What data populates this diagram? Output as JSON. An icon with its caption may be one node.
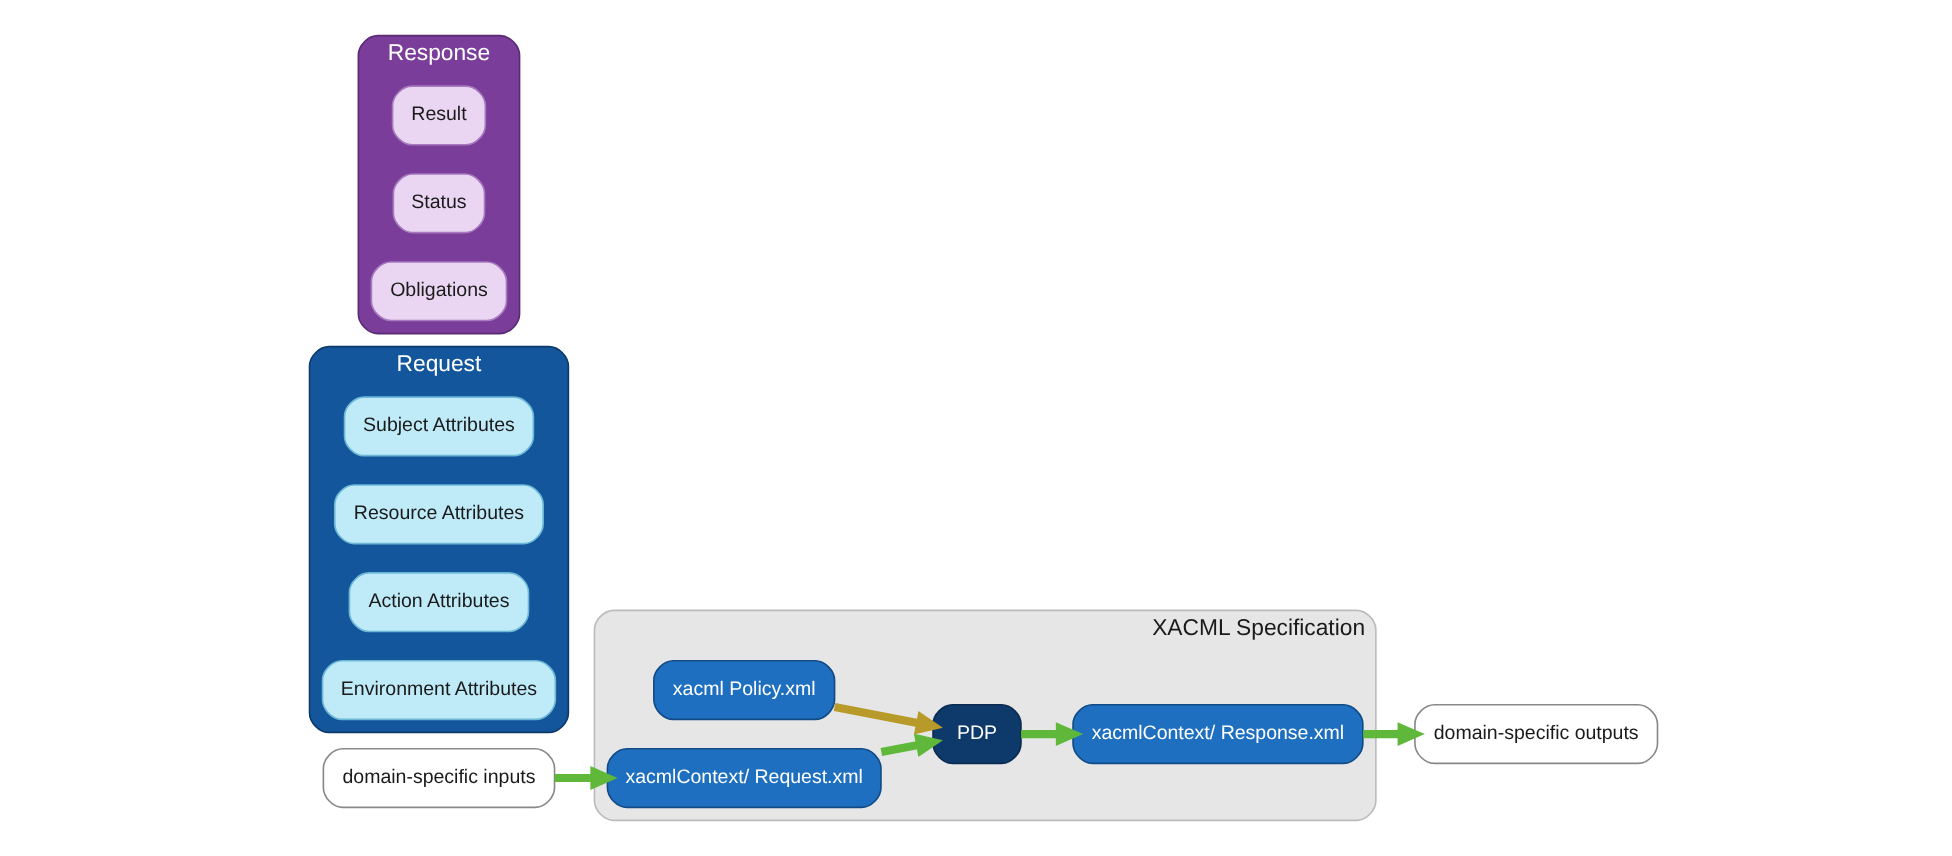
{
  "diagram": {
    "nodes": [
      {
        "text": [
          "XACML Specification"
        ]
      },
      {
        "text": [
          "xacml Policy.xml"
        ],
        "in": 0
      },
      {
        "text": [
          "xacmlContext/ Request.xml"
        ],
        "in": 0
      },
      {
        "text": [
          "PDP"
        ],
        "in": 0
      },
      {
        "text": [
          "xacmlContext/ Response.xml"
        ],
        "in": 0
      },
      {
        "text": [
          "domain-specific inputs"
        ]
      },
      {
        "text": [
          "domain-specific outputs"
        ]
      },
      {
        "text": [
          "Request"
        ]
      },
      {
        "text": [
          "Subject Attributes"
        ],
        "in": 7
      },
      {
        "text": [
          "Resource Attributes"
        ],
        "in": 7
      },
      {
        "text": [
          "Action Attributes"
        ],
        "in": 7
      },
      {
        "text": [
          "Environment Attributes"
        ],
        "in": 7
      },
      {
        "text": [
          "Response"
        ]
      },
      {
        "text": [
          "Result"
        ],
        "in": 12
      },
      {
        "text": [
          "Status"
        ],
        "in": 12
      },
      {
        "text": [
          "Obligations"
        ],
        "in": 12
      }
    ],
    "edges": [
      {
        "from": 5,
        "to": 2,
        "arrow": "to"
      },
      {
        "from": 2,
        "to": 3,
        "arrow": "to"
      },
      {
        "from": 3,
        "to": 4,
        "arrow": "to"
      },
      {
        "from": 4,
        "to": 6,
        "arrow": "to"
      },
      {
        "from": 1,
        "to": 3,
        "arrow": "to",
        "color": "#b89a2a"
      }
    ]
  }
}
